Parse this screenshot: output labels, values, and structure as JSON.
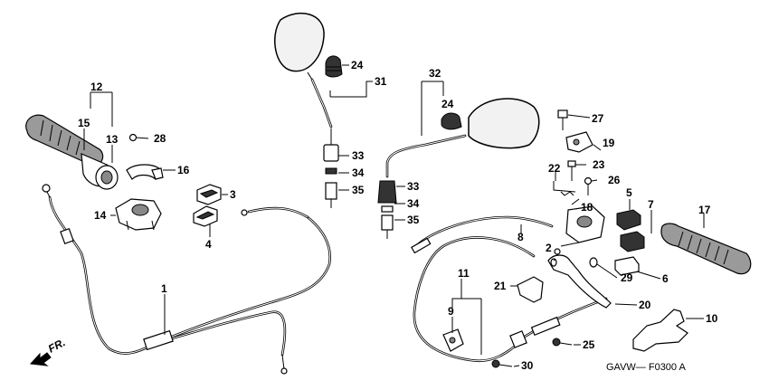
{
  "figure_code": "GAVW—  F0300 A",
  "direction_label": "FR.",
  "icons": {
    "front_arrow": "arrow-icon"
  },
  "part_numbers": {
    "p1": "1",
    "p2": "2",
    "p3": "3",
    "p4": "4",
    "p5": "5",
    "p6": "6",
    "p7": "7",
    "p8": "8",
    "p9": "9",
    "p10": "10",
    "p11": "11",
    "p12": "12",
    "p13": "13",
    "p14": "14",
    "p15": "15",
    "p16": "16",
    "p17": "17",
    "p18": "18",
    "p19": "19",
    "p20": "20",
    "p21": "21",
    "p22": "22",
    "p23": "23",
    "p24a": "24",
    "p24b": "24",
    "p25": "25",
    "p26": "26",
    "p27": "27",
    "p28": "28",
    "p29": "29",
    "p30": "30",
    "p31": "31",
    "p32": "32",
    "p33a": "33",
    "p33b": "33",
    "p34a": "34",
    "p34b": "34",
    "p35a": "35",
    "p35b": "35"
  }
}
